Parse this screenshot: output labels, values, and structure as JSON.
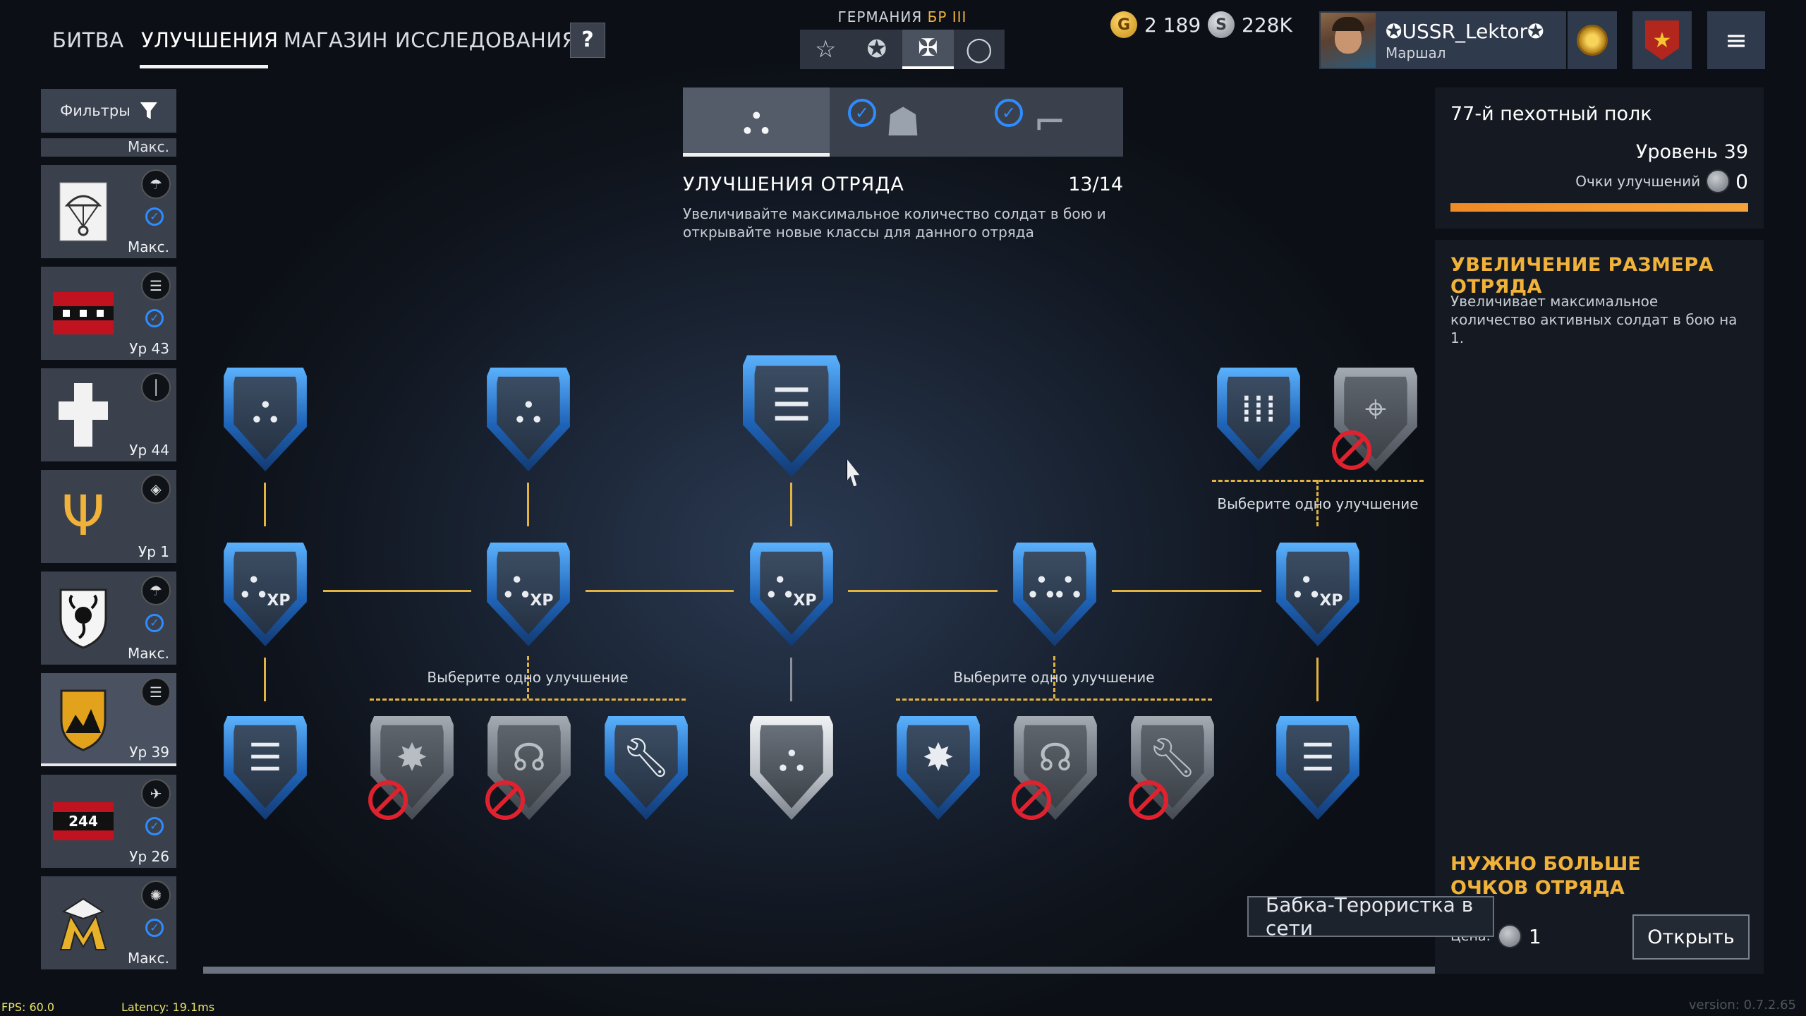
{
  "nav": {
    "items": [
      "БИТВА",
      "УЛУЧШЕНИЯ",
      "МАГАЗИН",
      "ИССЛЕДОВАНИЯ"
    ],
    "active": "УЛУЧШЕНИЯ",
    "help_label": "?"
  },
  "nation": {
    "name": "ГЕРМАНИЯ",
    "br": "БР III",
    "factions": [
      "star-icon",
      "star-circle-icon",
      "balkenkreuz-icon",
      "ring-icon"
    ],
    "selected_faction": 2
  },
  "currency": {
    "gold": "2 189",
    "silver": "228K"
  },
  "profile": {
    "name": "✪USSR_Lektor✪",
    "rank": "Маршал"
  },
  "squads": {
    "filters_label": "Фильтры",
    "top_strip_label": "Макс.",
    "items": [
      {
        "emblem": "parachute",
        "label": "Макс.",
        "checked": true,
        "class_icon": "paratrooper"
      },
      {
        "emblem": "flag-stripes",
        "label": "Ур 43",
        "checked": true,
        "class_icon": "list"
      },
      {
        "emblem": "cross",
        "label": "Ур 44",
        "checked": false,
        "class_icon": "knife"
      },
      {
        "emblem": "trident",
        "label": "Ур 1",
        "checked": false,
        "class_icon": "tank"
      },
      {
        "emblem": "scorpion",
        "label": "Макс.",
        "checked": true,
        "class_icon": "paratrooper"
      },
      {
        "emblem": "mountain",
        "label": "Ур 39",
        "checked": false,
        "class_icon": "list",
        "selected": true
      },
      {
        "emblem": "plate-244",
        "plate_text": "244",
        "label": "Ур 26",
        "checked": true,
        "class_icon": "plane"
      },
      {
        "emblem": "eagle-m",
        "label": "Макс.",
        "checked": true,
        "class_icon": "fire"
      }
    ]
  },
  "upgrades": {
    "tabs": [
      {
        "icon": "squad-icon",
        "checked": false,
        "selected": true
      },
      {
        "icon": "soldier-icon",
        "checked": true,
        "selected": false
      },
      {
        "icon": "weapon-icon",
        "checked": true,
        "selected": false
      }
    ],
    "title": "УЛУЧШЕНИЯ ОТРЯДА",
    "count": "13/14",
    "description": "Увеличивайте максимальное количество солдат в бою и открывайте новые классы для данного отряда",
    "choose_label": "Выберите одно улучшение"
  },
  "regiment": {
    "name": "77-й пехотный полк",
    "level": "Уровень 39",
    "points_label": "Очки улучшений",
    "points": "0",
    "progress": 1.0
  },
  "detail": {
    "title": "УВЕЛИЧЕНИЕ РАЗМЕРА ОТРЯДА",
    "description": "Увеличивает максимальное количество активных солдат в бою на 1.",
    "need_more": "НУЖНО БОЛЬШЕ ОЧКОВ ОТРЯДА",
    "price_label": "Цена:",
    "price": "1",
    "open_label": "Открыть"
  },
  "toast": "Бабка-Терористка в сети",
  "debug": {
    "fps": "FPS: 60.0",
    "latency": "Latency:  19.1ms",
    "version": "version: 0.7.2.65"
  },
  "colors": {
    "accent": "#f1b23a",
    "link_line": "#e2b341",
    "check_blue": "#2f8cff",
    "ban_red": "#e0222e",
    "progress": "#f08a24"
  }
}
